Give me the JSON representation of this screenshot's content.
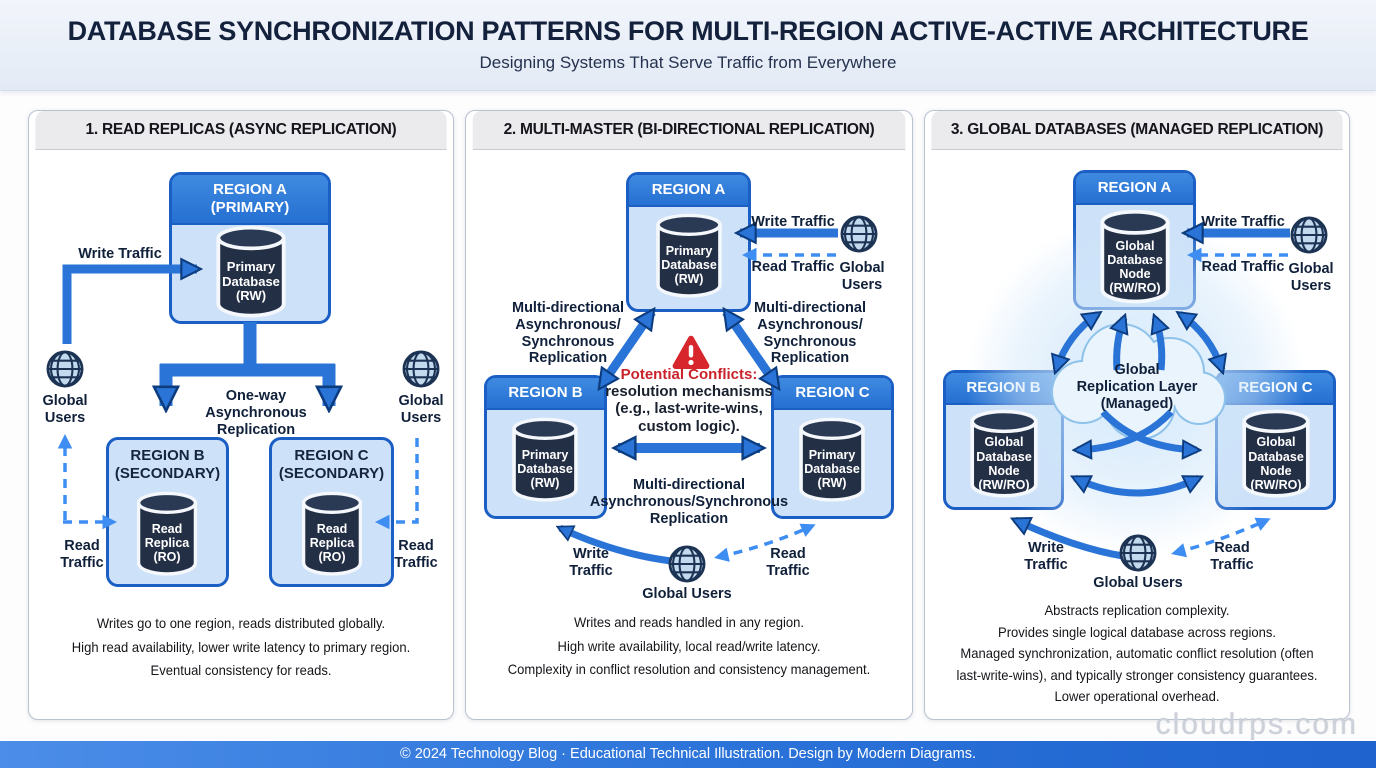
{
  "header": {
    "title": "DATABASE SYNCHRONIZATION PATTERNS FOR MULTI-REGION ACTIVE-ACTIVE ARCHITECTURE",
    "subtitle": "Designing Systems That Serve Traffic from Everywhere"
  },
  "panels": [
    {
      "title": "1. READ REPLICAS (ASYNC REPLICATION)",
      "region_a": {
        "title": "REGION A\n(PRIMARY)",
        "db": "Primary\nDatabase\n(RW)"
      },
      "region_b": {
        "title": "REGION B\n(SECONDARY)",
        "db": "Read\nReplica\n(RO)"
      },
      "region_c": {
        "title": "REGION C\n(SECONDARY)",
        "db": "Read\nReplica\n(RO)"
      },
      "labels": {
        "write_traffic": "Write Traffic",
        "read_traffic_left": "Read\nTraffic",
        "read_traffic_right": "Read\nTraffic",
        "global_users_left": "Global\nUsers",
        "global_users_right": "Global\nUsers",
        "replication": "One-way\nAsynchronous\nReplication"
      },
      "description": "Writes go to one region, reads distributed globally.\nHigh read availability, lower write latency to primary region.\nEventual consistency for reads."
    },
    {
      "title": "2. MULTI-MASTER (BI-DIRECTIONAL REPLICATION)",
      "region_a": {
        "title": "REGION A",
        "db": "Primary\nDatabase\n(RW)"
      },
      "region_b": {
        "title": "REGION B",
        "db": "Primary\nDatabase\n(RW)"
      },
      "region_c": {
        "title": "REGION C",
        "db": "Primary\nDatabase\n(RW)"
      },
      "labels": {
        "write_traffic": "Write Traffic",
        "read_traffic": "Read Traffic",
        "global_users_right": "Global\nUsers",
        "replication_left": "Multi-directional\nAsynchronous/\nSynchronous\nReplication",
        "replication_right": "Multi-directional\nAsynchronous/\nSynchronous\nReplication",
        "conflicts_title": "Potential Conflicts:",
        "conflicts_body": "resolution mechanisms\n(e.g., last-write-wins,\ncustom logic).",
        "replication_bottom": "Multi-directional\nAsynchronous/Synchronous\nReplication",
        "write_traffic_bottom": "Write\nTraffic",
        "read_traffic_bottom": "Read\nTraffic",
        "global_users_bottom": "Global Users"
      },
      "description": "Writes and reads handled in any region.\nHigh write availability, local read/write latency.\nComplexity in conflict resolution and consistency management."
    },
    {
      "title": "3. GLOBAL DATABASES (MANAGED REPLICATION)",
      "region_a": {
        "title": "REGION A",
        "db": "Global\nDatabase\nNode\n(RW/RO)"
      },
      "region_b": {
        "title": "REGION B",
        "db": "Global\nDatabase\nNode\n(RW/RO)"
      },
      "region_c": {
        "title": "REGION C",
        "db": "Global\nDatabase\nNode\n(RW/RO)"
      },
      "labels": {
        "write_traffic": "Write Traffic",
        "read_traffic": "Read Traffic",
        "global_users_right": "Global\nUsers",
        "cloud": "Global\nReplication Layer\n(Managed)",
        "write_traffic_bottom": "Write\nTraffic",
        "read_traffic_bottom": "Read\nTraffic",
        "global_users_bottom": "Global Users"
      },
      "description": "Abstracts replication complexity.\nProvides single logical database across regions.\nManaged synchronization, automatic conflict resolution (often\nlast-write-wins), and typically stronger consistency guarantees.\nLower operational overhead."
    }
  ],
  "footer": {
    "text": "© 2024 Technology Blog · Educational Technical Illustration. Design by Modern Diagrams.",
    "watermark": "cloudrps.com"
  },
  "colors": {
    "accent_blue": "#2a74d8",
    "dashed_blue": "#3e8df2",
    "region_fill": "#cde1f8",
    "region_border": "#1b5fc4",
    "db_cylinder": "#232f45",
    "warning_red": "#d7262c",
    "footer_blue": "#2a72d8"
  }
}
